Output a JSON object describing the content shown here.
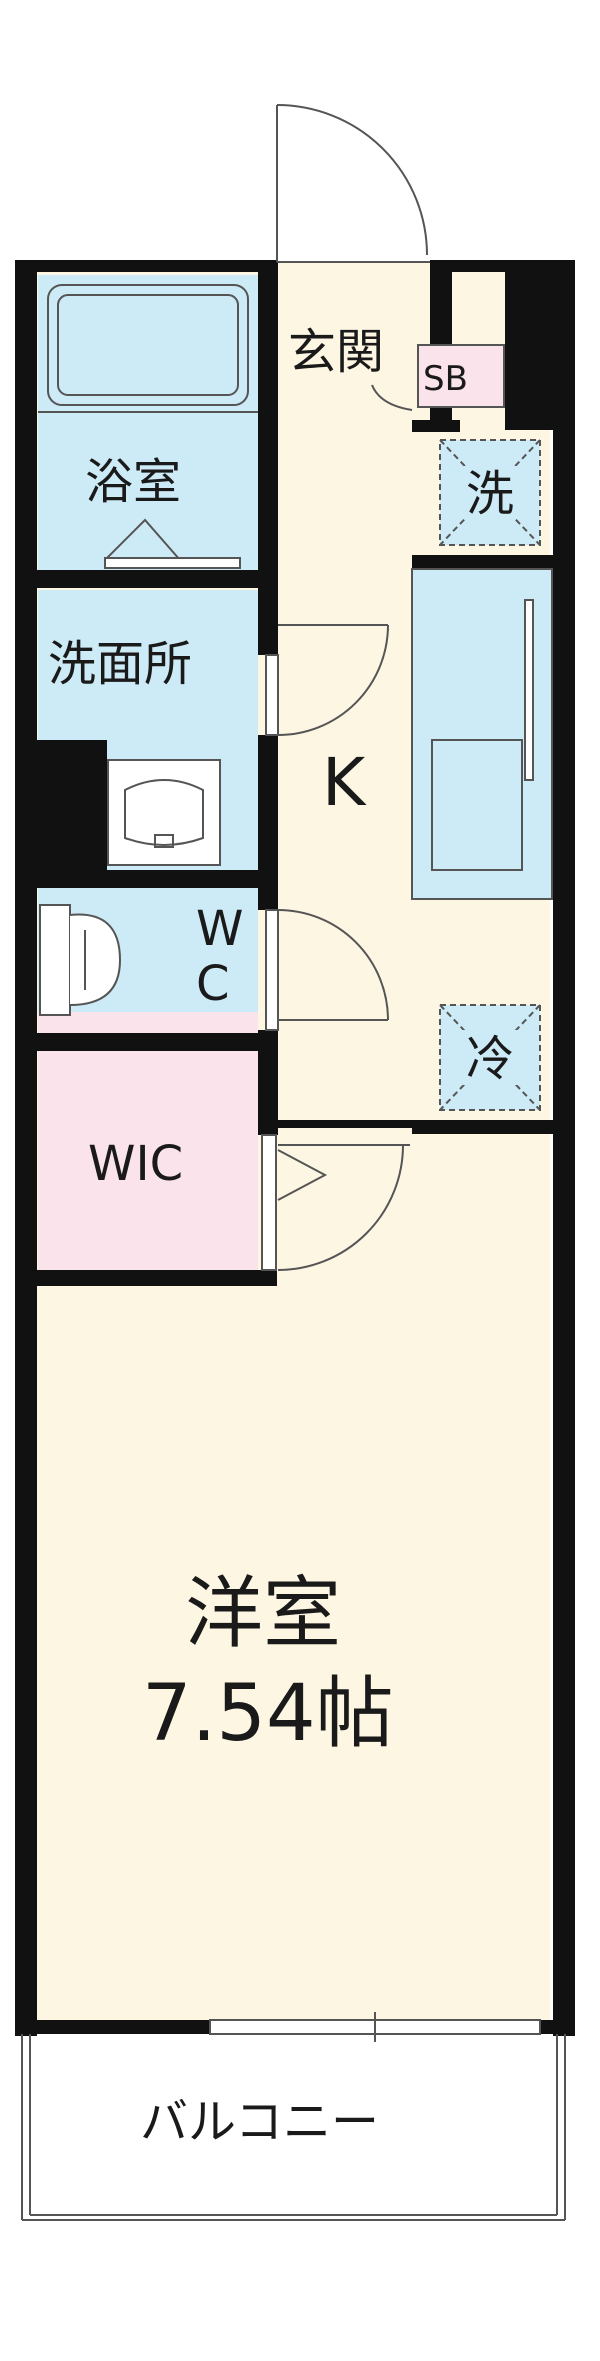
{
  "rooms": {
    "genkan": "玄関",
    "sb": "SB",
    "sentaku": "洗",
    "yokushitsu": "浴室",
    "senmenjo": "洗面所",
    "kitchen": "K",
    "wc_w": "W",
    "wc_c": "C",
    "reizouko": "冷",
    "wic": "WIC",
    "youshitsu": "洋室",
    "youshitsu_size": "7.54帖",
    "balcony": "バルコニー"
  },
  "colors": {
    "wall": "#111111",
    "floor_wood": "#fdf6e3",
    "wet_area": "#cdeaf7",
    "closet": "#fbe3ec",
    "sb_box": "#fbe3ec",
    "door_line": "#555555"
  }
}
